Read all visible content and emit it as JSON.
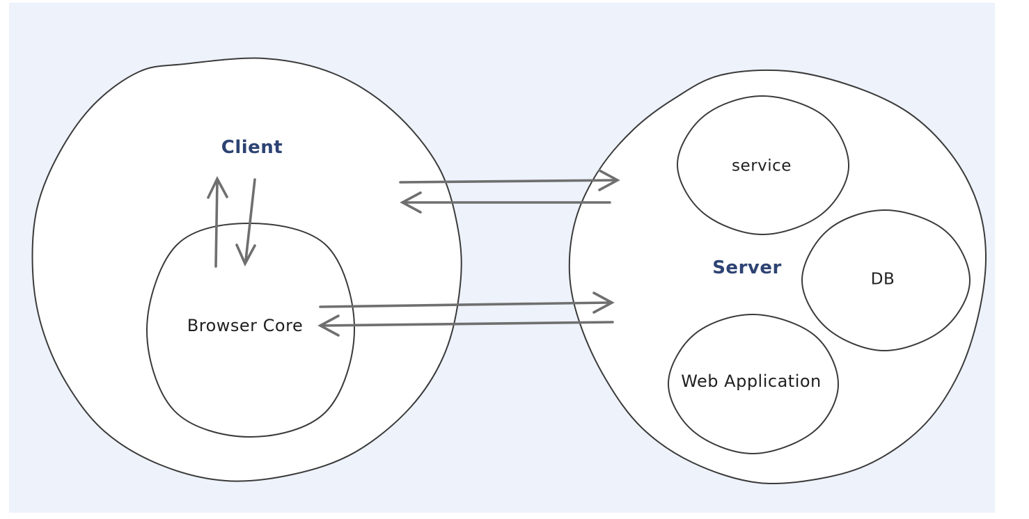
{
  "diagram": {
    "background_color": "#edf2fb",
    "shape_fill": "#ffffff",
    "stroke_color": "#3a3a3a",
    "arrow_color": "#6f6f6f",
    "nodes": {
      "client": {
        "label": "Client"
      },
      "browser_core": {
        "label": "Browser Core"
      },
      "server": {
        "label": "Server"
      },
      "service": {
        "label": "service"
      },
      "db": {
        "label": "DB"
      },
      "web_application": {
        "label": "Web Application"
      }
    }
  }
}
